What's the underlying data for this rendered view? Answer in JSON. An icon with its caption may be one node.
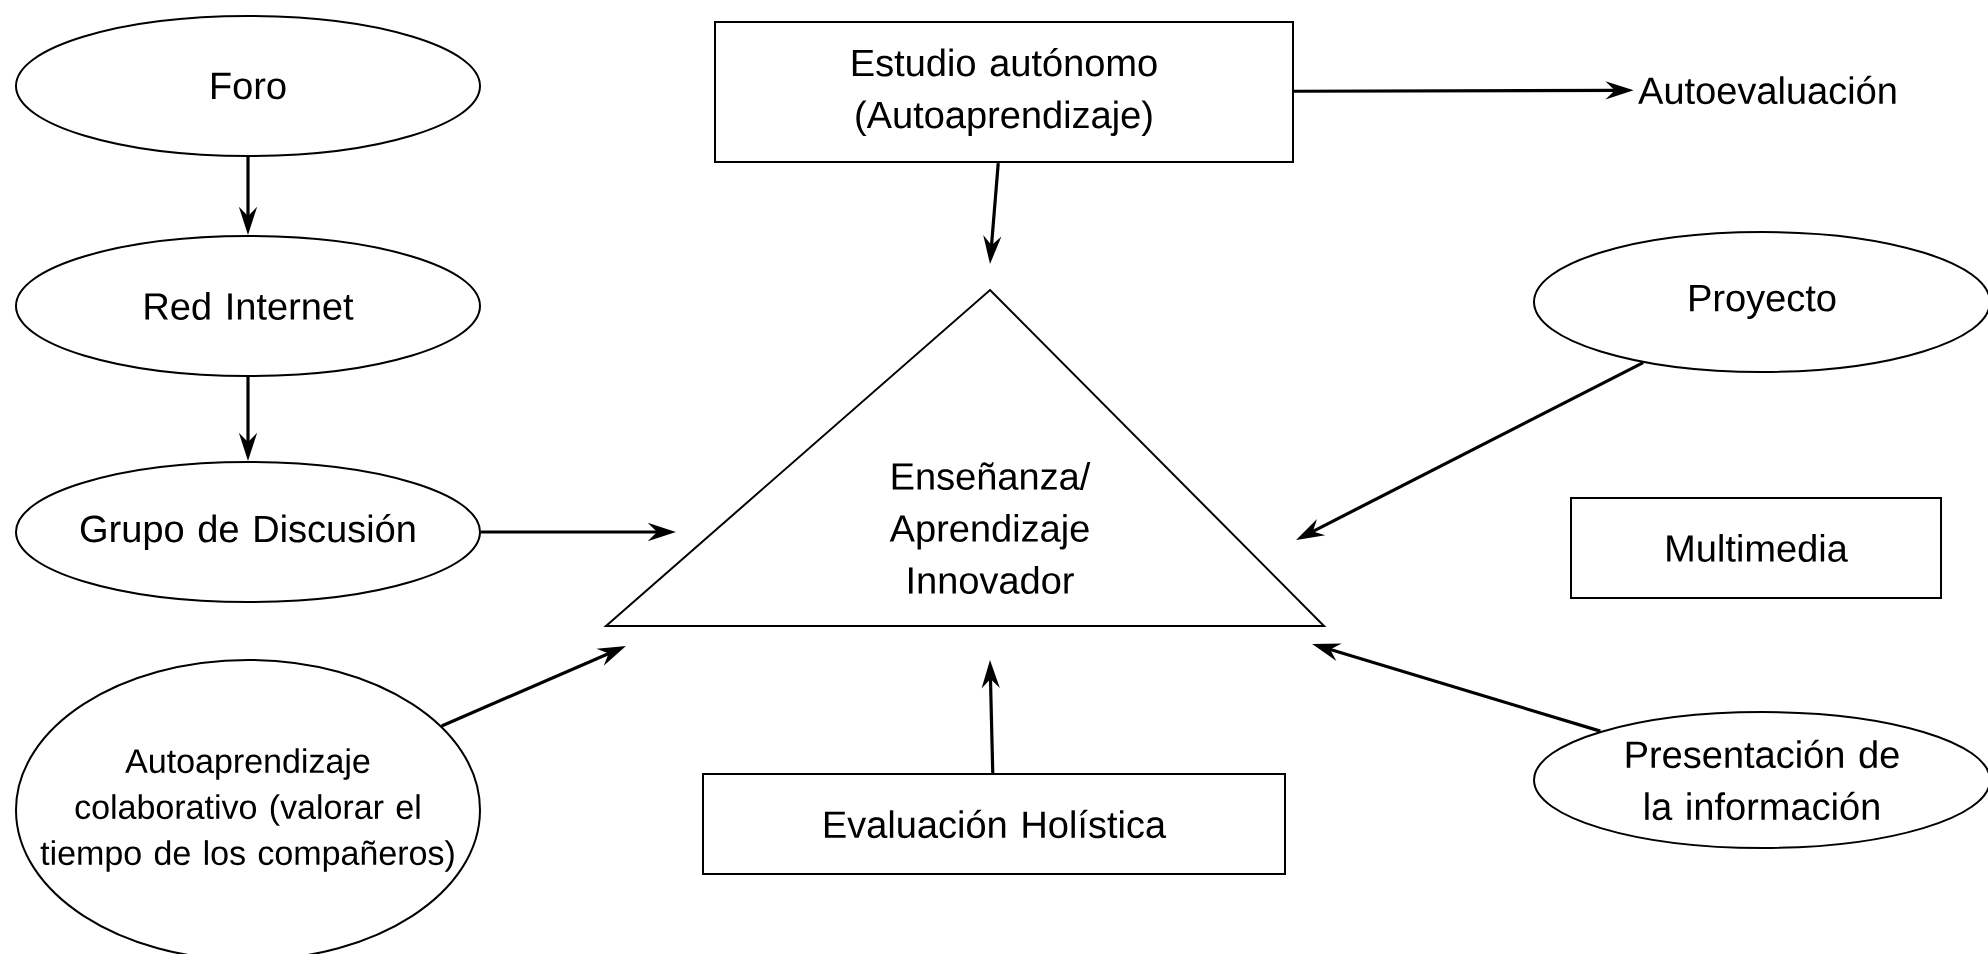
{
  "diagram": {
    "nodes": [
      {
        "text": [
          "Foro"
        ]
      },
      {
        "text": [
          "Red Internet"
        ]
      },
      {
        "text": [
          "Grupo de Discusión"
        ]
      },
      {
        "text": [
          "Autoaprendizaje colaborativo (valorar el tiempo de los compañeros)"
        ]
      },
      {
        "text": [
          "Estudio autónomo (Autoaprendizaje)"
        ]
      },
      {
        "text": [
          "Autoevaluación"
        ]
      },
      {
        "text": [
          "Enseñanza/ Aprendizaje Innovador"
        ]
      },
      {
        "text": [
          "Proyecto"
        ]
      },
      {
        "text": [
          "Multimedia"
        ]
      },
      {
        "text": [
          "Evaluación Holística"
        ]
      },
      {
        "text": [
          "Presentación de la información"
        ]
      }
    ],
    "edges": [
      {
        "from": 0,
        "to": 1,
        "arrow": "to"
      },
      {
        "from": 1,
        "to": 2,
        "arrow": "to"
      },
      {
        "from": 2,
        "to": 6,
        "arrow": "to"
      },
      {
        "from": 3,
        "to": 6,
        "arrow": "to"
      },
      {
        "from": 4,
        "to": 6,
        "arrow": "to"
      },
      {
        "from": 4,
        "to": 5,
        "arrow": "to"
      },
      {
        "from": 7,
        "to": 6,
        "arrow": "to"
      },
      {
        "from": 9,
        "to": 6,
        "arrow": "to"
      },
      {
        "from": 10,
        "to": 6,
        "arrow": "to"
      }
    ]
  }
}
